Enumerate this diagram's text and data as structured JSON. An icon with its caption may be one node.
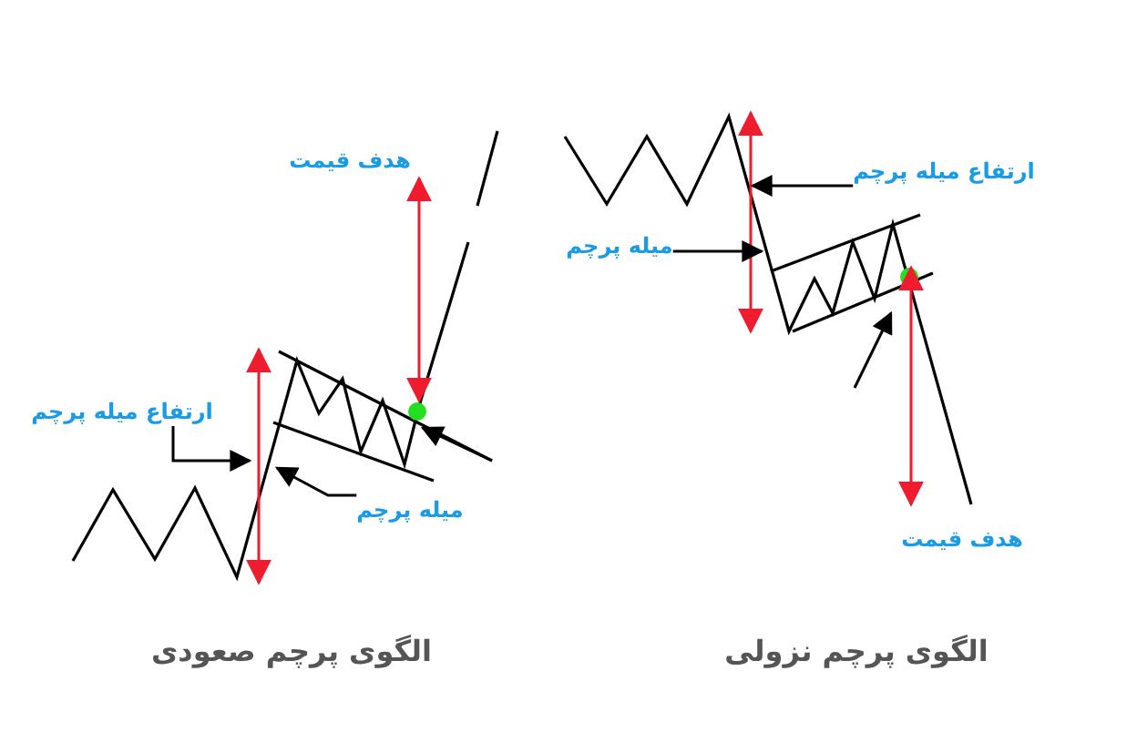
{
  "diagram": {
    "nodes": [
      {
        "text": [
          "هدف قیمت"
        ]
      },
      {
        "text": [
          "ارتفاع میله پرچم"
        ]
      },
      {
        "text": [
          "میله پرچم"
        ]
      },
      {
        "text": [
          "ارتفاع میله پرچم"
        ]
      },
      {
        "text": [
          "میله پرچم"
        ]
      },
      {
        "text": [
          "هدف قیمت"
        ]
      }
    ],
    "edges": [
      {
        "from": 1,
        "to": null,
        "arrow": "to"
      },
      {
        "from": 2,
        "to": null,
        "arrow": "to"
      },
      {
        "from": 3,
        "to": null,
        "arrow": "to"
      },
      {
        "from": 4,
        "to": null,
        "arrow": "to"
      }
    ],
    "labels": [
      "الگوی پرچم صعودی",
      "الگوی پرچم نزولی"
    ]
  }
}
